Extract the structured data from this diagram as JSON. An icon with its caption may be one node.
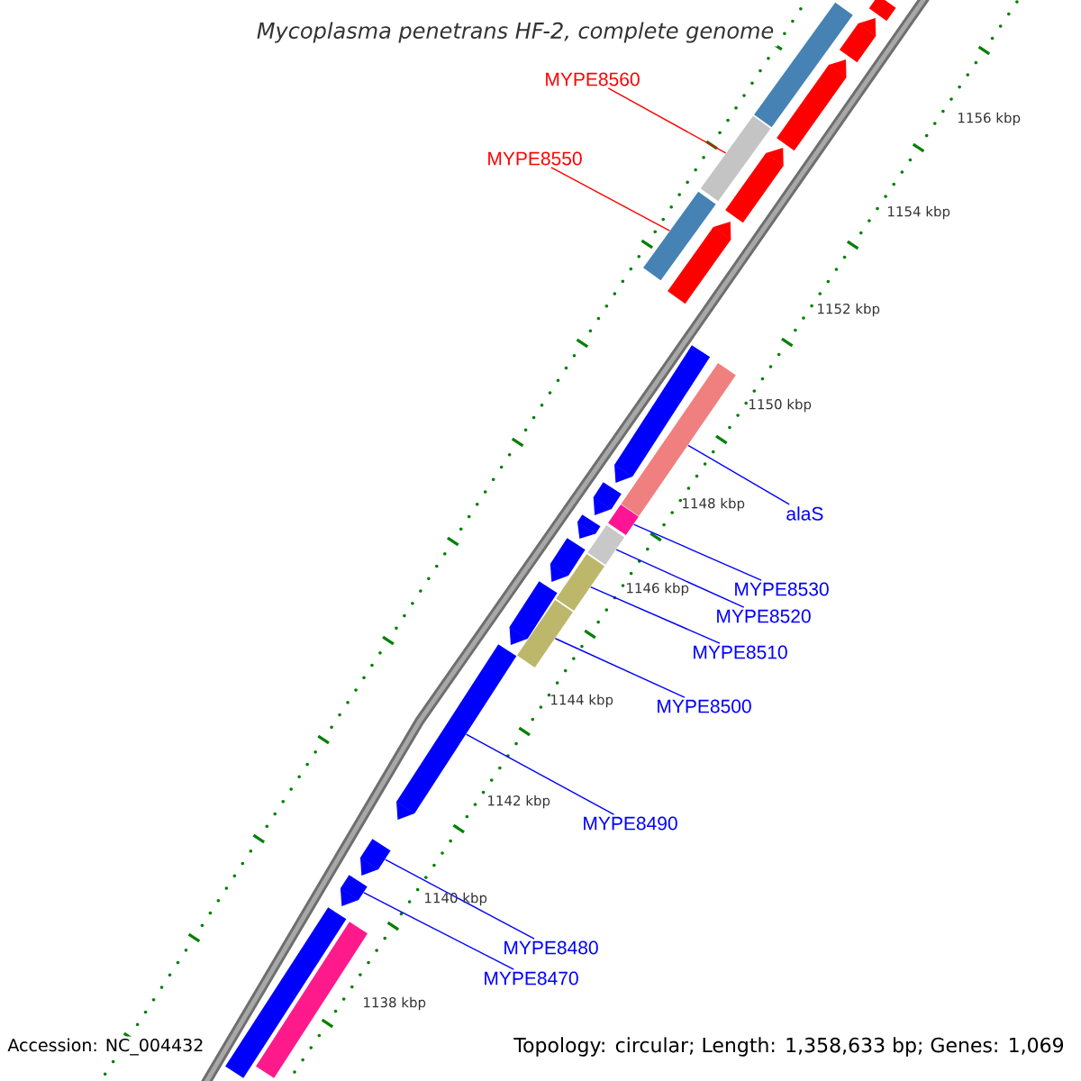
{
  "diagram": {
    "title": "Mycoplasma penetrans HF-2, complete genome",
    "nodes": [
      {
        "text": [
          "MYPE8560"
        ]
      },
      {
        "text": [],
        "shape": "bar"
      },
      {
        "text": [
          "MYPE8550"
        ]
      },
      {
        "text": [],
        "shape": "bar"
      },
      {
        "text": [
          "alaS"
        ]
      },
      {
        "text": [],
        "shape": "bar"
      },
      {
        "text": [
          "MYPE8530"
        ]
      },
      {
        "text": [],
        "shape": "bar"
      },
      {
        "text": [
          "MYPE8520"
        ]
      },
      {
        "text": [],
        "shape": "bar"
      },
      {
        "text": [
          "MYPE8510"
        ]
      },
      {
        "text": [],
        "shape": "bar"
      },
      {
        "text": [
          "MYPE8500"
        ]
      },
      {
        "text": [],
        "shape": "bar"
      },
      {
        "text": [
          "MYPE8490"
        ]
      },
      {
        "text": [],
        "shape": "bar"
      },
      {
        "text": [
          "MYPE8480"
        ]
      },
      {
        "text": [],
        "shape": "bar"
      },
      {
        "text": [
          "MYPE8470"
        ]
      },
      {
        "text": [],
        "shape": "bar"
      },
      {
        "text": [],
        "shape": "bar"
      },
      {
        "text": [],
        "shape": "bar"
      },
      {
        "text": [],
        "shape": "bar"
      },
      {
        "text": [],
        "shape": "bar"
      },
      {
        "text": [],
        "shape": "bar"
      },
      {
        "text": [],
        "shape": "bar"
      },
      {
        "text": [],
        "shape": "bar"
      },
      {
        "text": [],
        "shape": "bar"
      },
      {
        "text": [],
        "shape": "bar"
      },
      {
        "text": [],
        "shape": "bar"
      },
      {
        "text": [],
        "shape": "bar"
      },
      {
        "text": [],
        "shape": "bar"
      },
      {
        "text": [],
        "shape": "bar"
      }
    ],
    "edges": [
      {
        "from": 0,
        "to": 1,
        "arrow": "none",
        "color": "#ff0000"
      },
      {
        "from": 2,
        "to": 3,
        "arrow": "none",
        "color": "#ff0000"
      },
      {
        "from": 4,
        "to": 5,
        "arrow": "none"
      },
      {
        "from": 6,
        "to": 7,
        "arrow": "none"
      },
      {
        "from": 8,
        "to": 9,
        "arrow": "none"
      },
      {
        "from": 10,
        "to": 11,
        "arrow": "none"
      },
      {
        "from": 12,
        "to": 13,
        "arrow": "none"
      },
      {
        "from": 14,
        "to": 15,
        "arrow": "none"
      },
      {
        "from": 16,
        "to": 17,
        "arrow": "none"
      },
      {
        "from": 18,
        "to": 19,
        "arrow": "none"
      }
    ],
    "labels": [
      "1156 kbp",
      "1154 kbp",
      "1152 kbp",
      "1150 kbp",
      "1148 kbp",
      "1146 kbp",
      "1144 kbp",
      "1142 kbp",
      "1140 kbp",
      "1138 kbp",
      "Accession: NC_004432",
      "Topology: circular; Length: 1,358,633 bp; Genes: 1,069"
    ]
  }
}
